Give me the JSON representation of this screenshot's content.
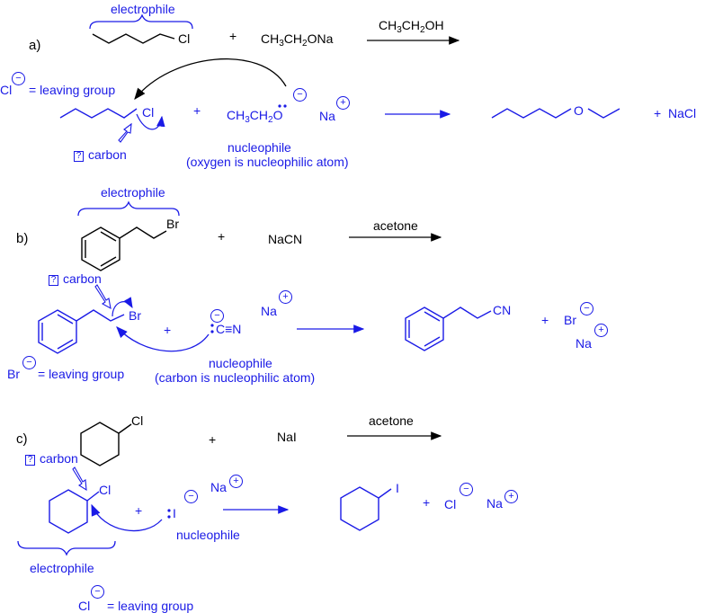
{
  "labels": {
    "electrophile": "electrophile",
    "plus": "+",
    "leaving_group": "= leaving group",
    "carbon": "carbon",
    "nucleophile": "nucleophile",
    "minus": "⊖",
    "positive": "+",
    "negative": "−"
  },
  "reaction_a": {
    "tag": "a)",
    "halide_atom": "Cl",
    "reagent": "CH3CH2ONa",
    "reagent_parts": [
      "CH",
      "3",
      "CH",
      "2",
      "ONa"
    ],
    "solvent_parts": [
      "CH",
      "3",
      "CH",
      "2",
      "OH"
    ],
    "lg_ion": "Cl",
    "mech_cl": "Cl",
    "nuc_parts": [
      "CH",
      "3",
      "CH",
      "2",
      "O"
    ],
    "na": "Na",
    "nuc_note": "(oxygen is nucleophilic atom)",
    "prod_o": "O",
    "byproduct": "NaCl"
  },
  "reaction_b": {
    "tag": "b)",
    "halide_atom": "Br",
    "reagent": "NaCN",
    "solvent": "acetone",
    "mech_br": "Br",
    "nuc": "C≡N",
    "na": "Na",
    "lg_ion": "Br",
    "nuc_note": "(carbon is nucleophilic atom)",
    "prod_cn": "CN",
    "br_ion": "Br",
    "na2": "Na"
  },
  "reaction_c": {
    "tag": "c)",
    "halide_atom": "Cl",
    "reagent": "NaI",
    "solvent": "acetone",
    "mech_cl": "Cl",
    "nuc": "I",
    "na": "Na",
    "prod_i": "I",
    "cl_ion": "Cl",
    "na2": "Na",
    "lg_ion": "Cl"
  },
  "colors": {
    "mechanism": "#1a1ae6",
    "reagents": "#000000"
  }
}
